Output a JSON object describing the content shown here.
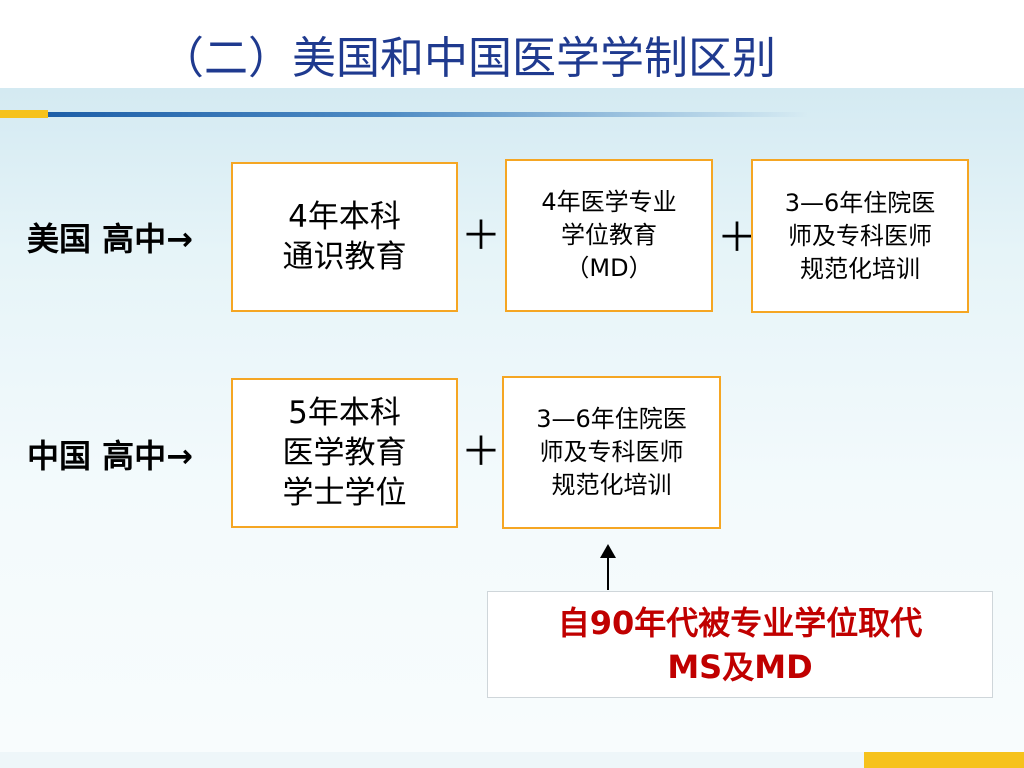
{
  "slide": {
    "title": "（二）美国和中国医学学制区别",
    "us": {
      "label": "美国 高中→",
      "box1": "4年本科\n通识教育",
      "box2": "4年医学专业\n学位教育\n（MD）",
      "box3": "3—6年住院医\n师及专科医师\n规范化培训",
      "plus1": "＋",
      "plus2": "＋"
    },
    "cn": {
      "label": "中国 高中→",
      "box1": "5年本科\n医学教育\n学士学位",
      "box2": "3—6年住院医\n师及专科医师\n规范化培训",
      "plus1": "＋"
    },
    "note": "自90年代被专业学位取代\nMS及MD"
  },
  "colors": {
    "title": "#1f3a8f",
    "box_border": "#f5a623",
    "accent_yellow": "#f6c21c",
    "accent_blue": "#1d5fa8",
    "note_text": "#c00000"
  }
}
